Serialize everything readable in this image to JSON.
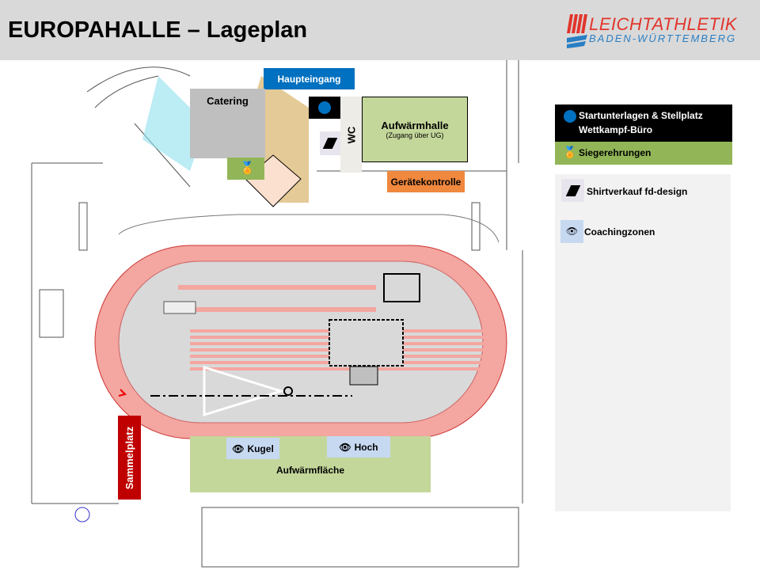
{
  "header": {
    "title": "EUROPAHALLE – Lageplan",
    "logo_line1": "LEICHTATHLETIK",
    "logo_line2": "BADEN-WÜRTTEMBERG"
  },
  "map": {
    "haupteingang": "Haupteingang",
    "catering": "Catering",
    "wc": "WC",
    "aufwaermhalle": "Aufwärmhalle",
    "aufwaermhalle_note": "(Zugang über UG)",
    "geraetekontrolle": "Gerätekontrolle",
    "kugel": "Kugel",
    "hoch": "Hoch",
    "aufwaermflaeche": "Aufwärmfläche",
    "sammelplatz": "Sammelplatz"
  },
  "legend": {
    "startunterlagen": "Startunterlagen & Stellplatz",
    "wettkampfbuero": "Wettkampf-Büro",
    "siegerehrungen": "Siegerehrungen",
    "shirtverkauf": "Shirtverkauf fd-design",
    "coachingzonen": "Coachingzonen"
  },
  "colors": {
    "blue": "#0070c0",
    "green": "#a9c47f",
    "orange": "#f0883e",
    "red": "#c00000",
    "track": "#f4a6a0",
    "grey": "#bfbfbf"
  }
}
